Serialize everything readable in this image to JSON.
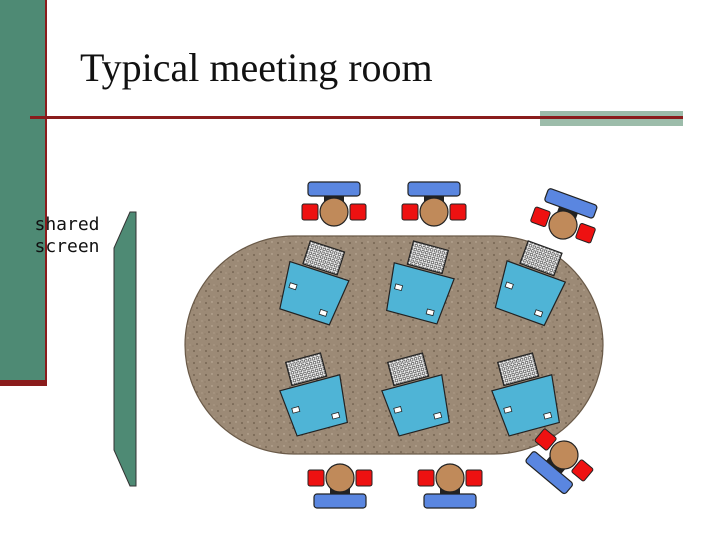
{
  "slide": {
    "title": "Typical meeting room",
    "screen_label_line1": "shared",
    "screen_label_line2": "screen"
  },
  "colors": {
    "sidebar": "#4e8a74",
    "rule": "#8a1c1c",
    "rule_accent": "#9cbcaa",
    "screen": "#4e8a74",
    "table": "#9c8a76",
    "laptop_body": "#4fb4d6",
    "chair": "#5a86e0",
    "armrest": "#ee1111",
    "head": "#c08a5a"
  }
}
